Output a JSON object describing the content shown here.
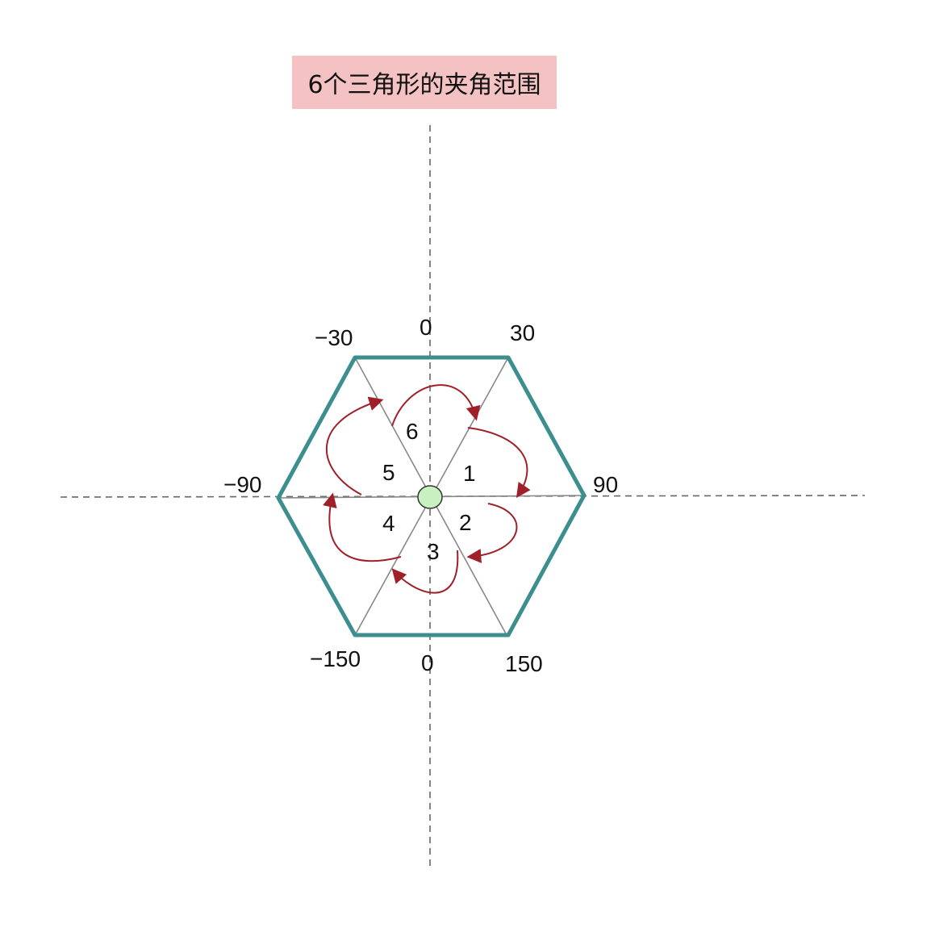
{
  "title": "6个三角形的夹角范围",
  "angle_labels": {
    "top_center": "0",
    "top_right": "30",
    "top_left": "−30",
    "right": "90",
    "left": "−90",
    "bottom_right": "150",
    "bottom_left": "−150",
    "bottom_center": "0"
  },
  "triangle_labels": {
    "t1": "1",
    "t2": "2",
    "t3": "3",
    "t4": "4",
    "t5": "5",
    "t6": "6"
  },
  "colors": {
    "hexagon": "#3d8f8f",
    "spokes": "#888888",
    "axes": "#666666",
    "arrows": "#a0202a",
    "center_fill": "#c8f0c0",
    "title_bg": "#f4c2c2"
  }
}
